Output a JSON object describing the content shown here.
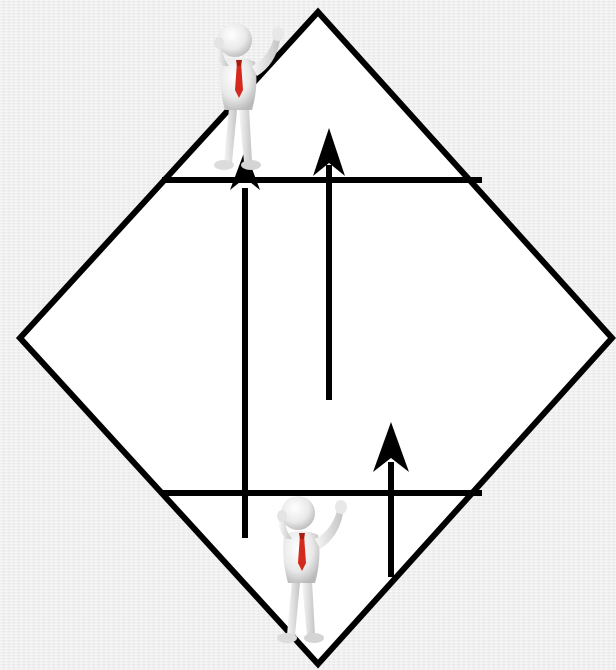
{
  "diagram": {
    "shape": "diamond",
    "horizontal_lines": 2,
    "arrows": [
      {
        "direction": "up"
      },
      {
        "direction": "up"
      },
      {
        "direction": "up"
      }
    ],
    "figures": [
      {
        "icon": "person-figure-icon",
        "position": "top"
      },
      {
        "icon": "person-figure-icon",
        "position": "bottom"
      }
    ],
    "colors": {
      "background": "#efefef",
      "shape_fill": "#ffffff",
      "stroke": "#000000",
      "figure_body": "#ececec",
      "tie": "#d42a1e"
    }
  }
}
